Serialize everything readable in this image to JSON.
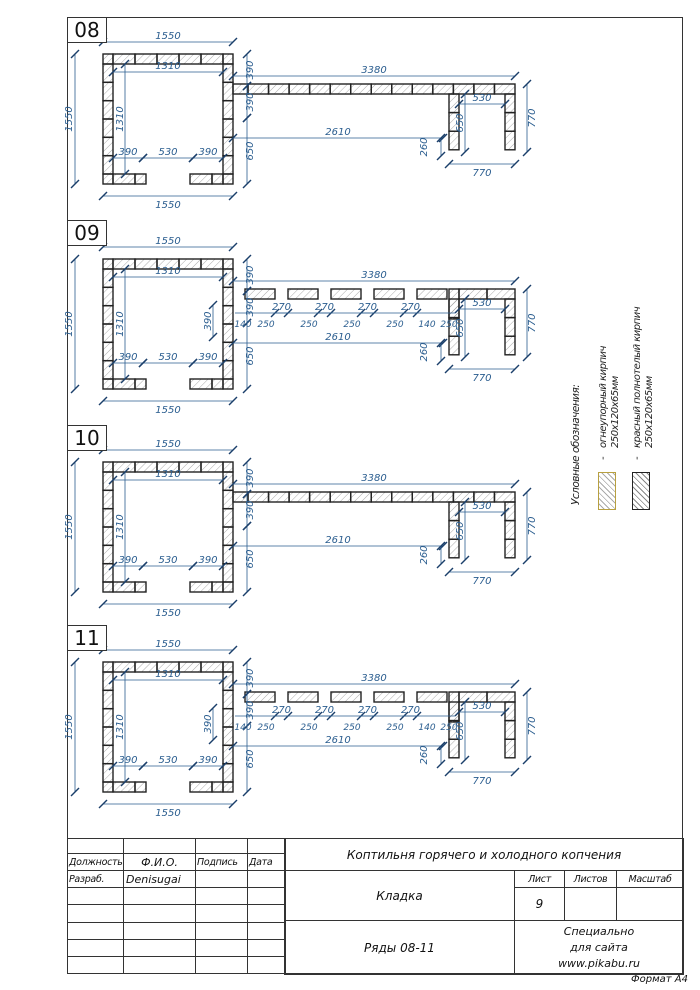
{
  "drawing": {
    "rows": [
      {
        "id": "08",
        "type": "solid",
        "dims": {
          "outer_top": "1550",
          "inner_top": "1310",
          "outer_left": "1550",
          "inner_left": "1310",
          "bottom_left": "390",
          "bottom_mid": "530",
          "bottom_right": "390",
          "outer_bottom": "1550",
          "side_top": "390",
          "side_mid": "390",
          "side_low": "650",
          "channel_len": "3380",
          "channel_inner": "2610",
          "drop": "260",
          "box_inner": "530",
          "box_height_inner": "650",
          "box_height": "770",
          "box_width": "770"
        }
      },
      {
        "id": "09",
        "type": "spaced",
        "dims": {
          "outer_top": "1550",
          "inner_top": "1310",
          "outer_left": "1550",
          "inner_left": "1310",
          "bottom_left": "390",
          "bottom_mid": "530",
          "bottom_right": "390",
          "outer_bottom": "1550",
          "side_top": "390",
          "side_mid": "390",
          "side_low": "650",
          "channel_len": "3380",
          "channel_inner": "2610",
          "drop": "260",
          "box_inner": "530",
          "box_height_inner": "650",
          "box_height": "770",
          "box_width": "770",
          "gaps": [
            "270",
            "270",
            "270",
            "270"
          ],
          "bricks": [
            "250",
            "250",
            "250",
            "250"
          ],
          "start": "140",
          "end": "140",
          "first": "250",
          "last": "250"
        }
      },
      {
        "id": "10",
        "type": "solid",
        "dims": {
          "outer_top": "1550",
          "inner_top": "1310",
          "outer_left": "1550",
          "inner_left": "1310",
          "bottom_left": "390",
          "bottom_mid": "530",
          "bottom_right": "390",
          "outer_bottom": "1550",
          "side_top": "390",
          "side_mid": "390",
          "side_low": "650",
          "channel_len": "3380",
          "channel_inner": "2610",
          "drop": "260",
          "box_inner": "530",
          "box_height_inner": "650",
          "box_height": "770",
          "box_width": "770"
        }
      },
      {
        "id": "11",
        "type": "spaced",
        "dims": {
          "outer_top": "1550",
          "inner_top": "1310",
          "outer_left": "1550",
          "inner_left": "1310",
          "bottom_left": "390",
          "bottom_mid": "530",
          "bottom_right": "390",
          "outer_bottom": "1550",
          "side_top": "390",
          "side_mid": "390",
          "side_low": "650",
          "channel_len": "3380",
          "channel_inner": "2610",
          "drop": "260",
          "box_inner": "530",
          "box_height_inner": "650",
          "box_height": "770",
          "box_width": "770",
          "gaps": [
            "270",
            "270",
            "270",
            "270"
          ],
          "bricks": [
            "250",
            "250",
            "250",
            "250"
          ],
          "start": "140",
          "end": "140",
          "first": "250",
          "last": "250"
        }
      }
    ],
    "colors": {
      "dim_line": "#2a5d8f",
      "brick_outline": "#222222",
      "fireclay_outline": "#b8a040",
      "hatch": "#777777"
    }
  },
  "legend": {
    "title": "Условные обозначения:",
    "items": [
      {
        "dash": "-",
        "name": "огнеупорный кирпич",
        "size": "250х120х65мм",
        "kind": "fireclay"
      },
      {
        "dash": "-",
        "name": "красный полнотелый кирпич",
        "size": "250х120х65мм",
        "kind": "red"
      }
    ]
  },
  "title_block": {
    "headers": {
      "position": "Должность",
      "name": "Ф.И.О.",
      "signature": "Подпись",
      "date": "Дата"
    },
    "developer": {
      "role": "Разраб.",
      "name": "Denisugai"
    },
    "project_title": "Коптильня горячего и холодного копчения",
    "section": "Кладка",
    "sheet_label": "Лист",
    "sheets_label": "Листов",
    "scale_label": "Масштаб",
    "sheet_number": "9",
    "subtitle": "Ряды 08-11",
    "note_lines": [
      "Специально",
      "для сайта",
      "www.pikabu.ru"
    ],
    "format": "Формат А4"
  }
}
